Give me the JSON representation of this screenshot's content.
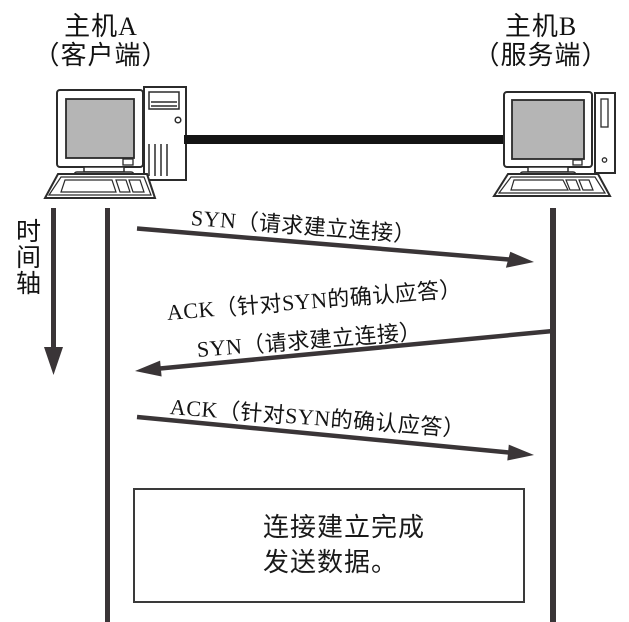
{
  "diagram_title_hint": "TCP three-way handshake sequence diagram",
  "hosts": {
    "a": {
      "name": "主机A",
      "role": "（客户端）"
    },
    "b": {
      "name": "主机B",
      "role": "（服务端）"
    }
  },
  "time_axis": {
    "label": "时间轴"
  },
  "messages": [
    {
      "id": "syn-request",
      "direction": "a-to-b",
      "label": "SYN（请求建立连接）"
    },
    {
      "id": "ack-plus-syn",
      "direction": "b-to-a",
      "line1": "ACK（针对SYN的确认应答）",
      "line2": "SYN（请求建立连接）"
    },
    {
      "id": "ack-final",
      "direction": "a-to-b",
      "label": "ACK（针对SYN的确认应答）"
    }
  ],
  "note": {
    "line1": "连接建立完成",
    "line2": "发送数据。"
  },
  "icons": {
    "host_a": "desktop-computer-icon",
    "host_b": "desktop-computer-icon",
    "time_axis": "down-arrow-icon"
  },
  "colors": {
    "line": "#3a3537",
    "cable": "#141414",
    "screen_fill": "#b5b5b5",
    "outline": "#2b2b2b",
    "text": "#141414"
  }
}
